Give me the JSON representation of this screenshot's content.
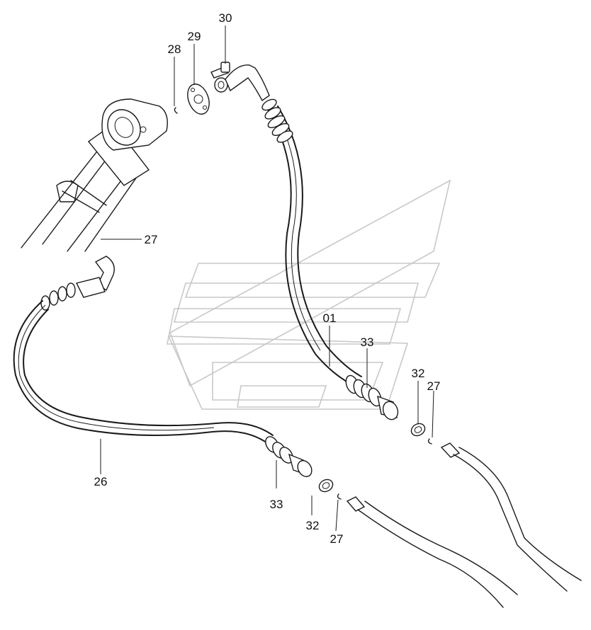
{
  "labels": {
    "p30": "30",
    "p29": "29",
    "p28": "28",
    "p27_top": "27",
    "p01": "01",
    "p33_right": "33",
    "p32_right": "32",
    "p27_right": "27",
    "p26": "26",
    "p33_bottom": "33",
    "p32_bottom": "32",
    "p27_bottom": "27"
  }
}
